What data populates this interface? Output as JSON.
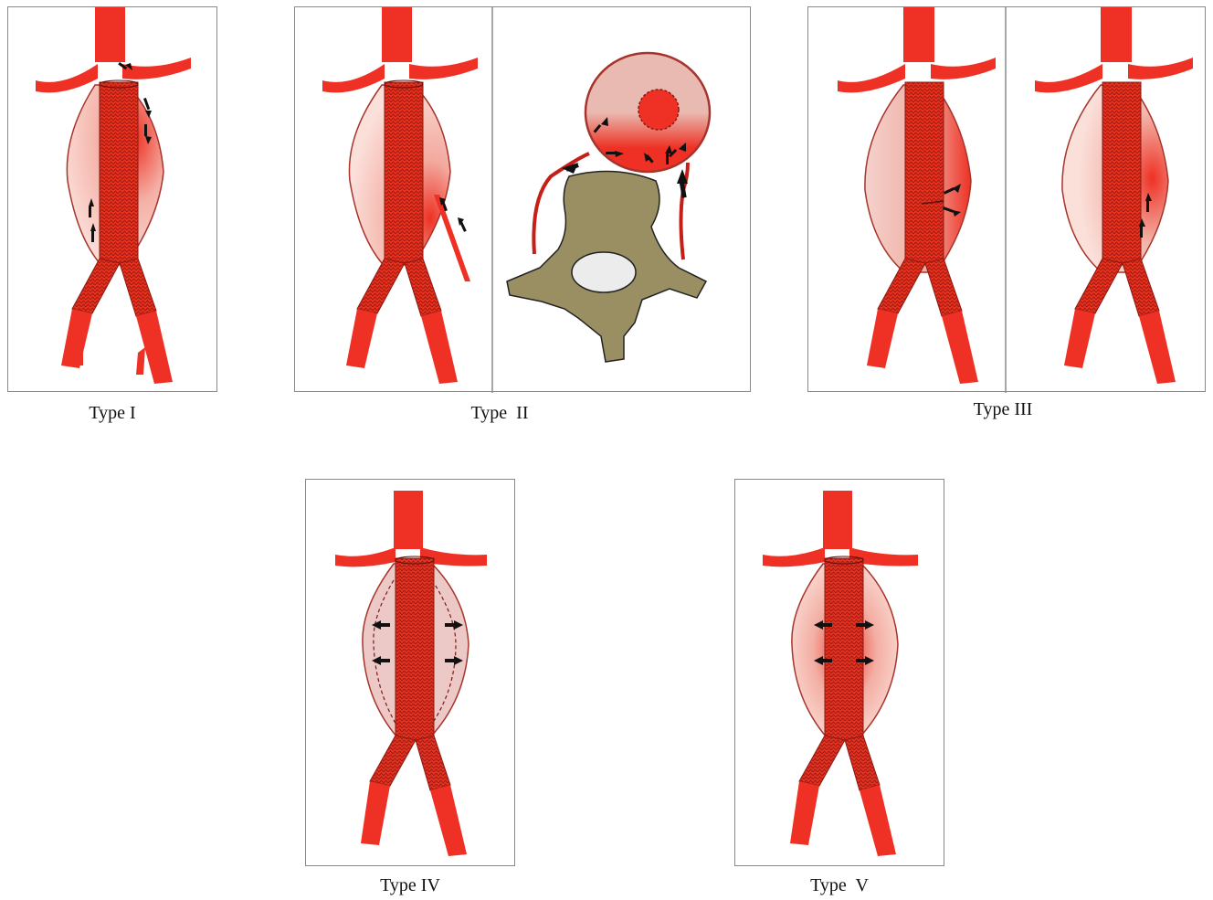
{
  "captions": {
    "type1": "Type I",
    "type2": "Type  II",
    "type3": "Type III",
    "type4": "Type IV",
    "type5": "Type  V"
  },
  "colors": {
    "vessel": "#ee3124",
    "vessel_dark": "#c61f16",
    "sac": "#f2b8ae",
    "sac_outline": "#a7342c",
    "vertebra": "#9a8f63",
    "arrow": "#111111",
    "frame": "#8a8a8a"
  }
}
